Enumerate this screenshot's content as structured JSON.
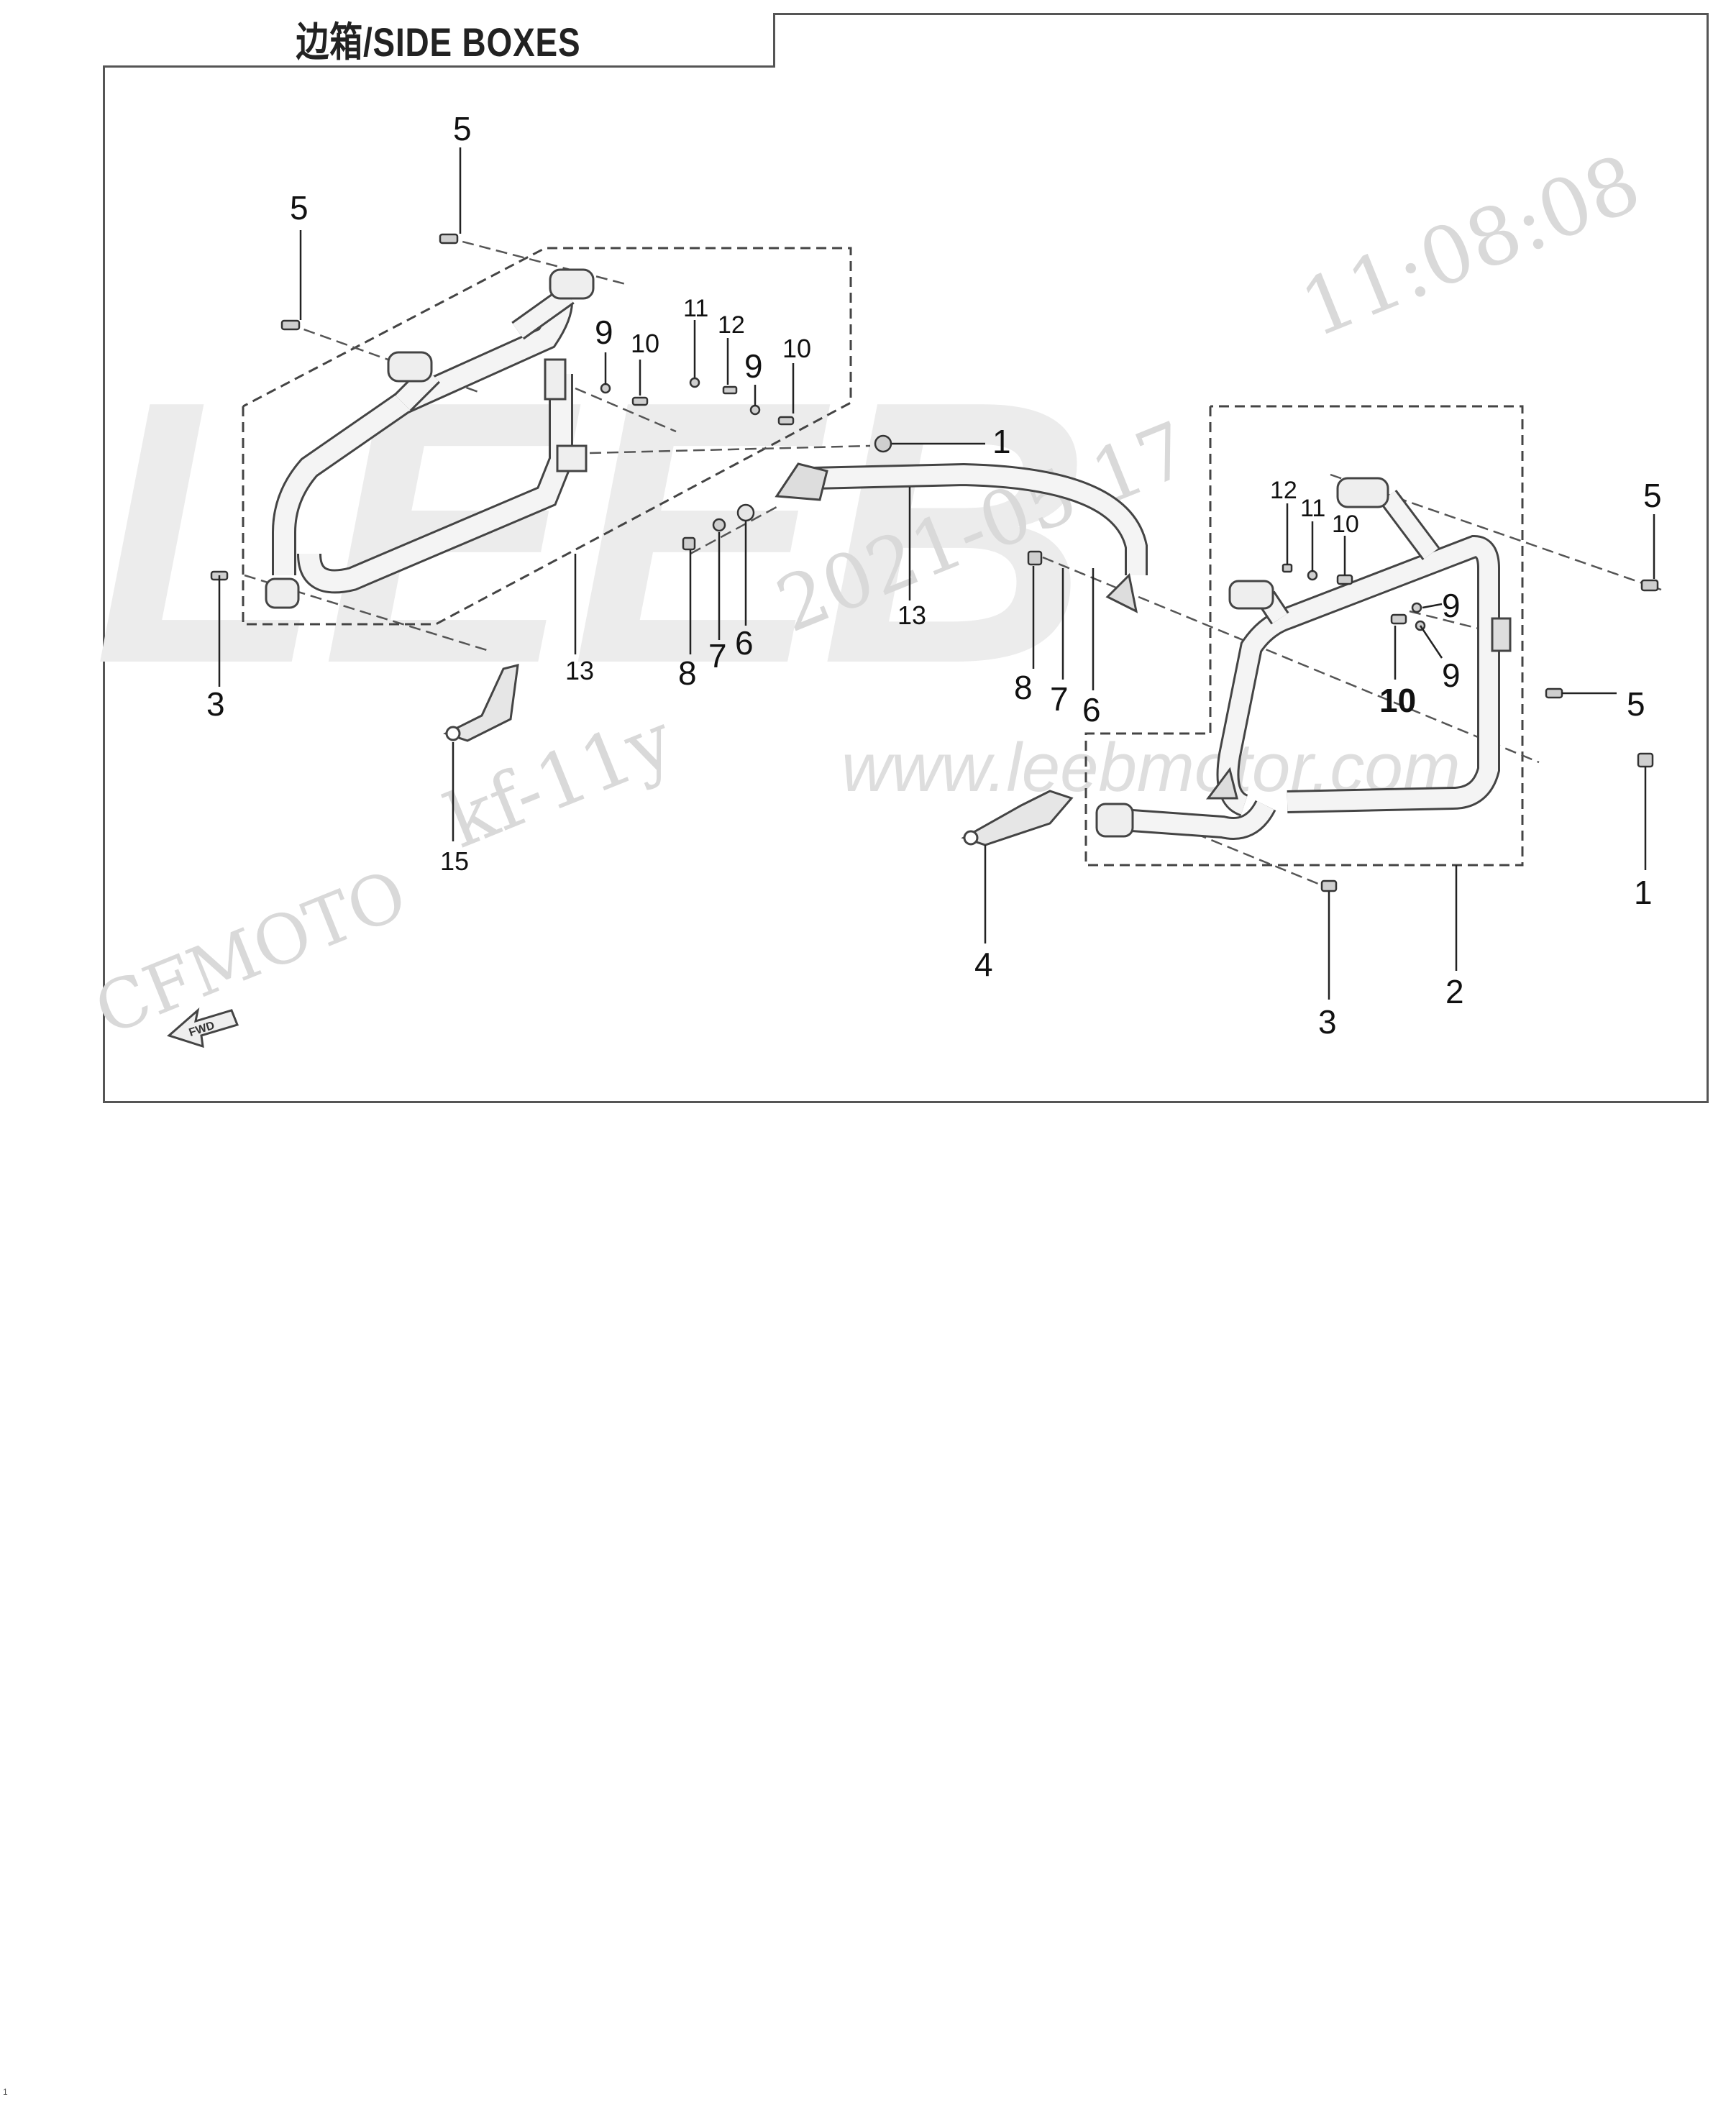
{
  "title": "边箱/SIDE BOXES",
  "watermarks": {
    "brand_large": "LEEB",
    "timestamp": "11:08:08",
    "date": "2021-05-17",
    "code": "kf-11y",
    "maker": "CFMOTO",
    "url": "www.leebmotor.com"
  },
  "fwd_label": "FWD",
  "callouts": [
    {
      "id": "c1",
      "text": "5"
    },
    {
      "id": "c2",
      "text": "5"
    },
    {
      "id": "c3",
      "text": "9"
    },
    {
      "id": "c4",
      "text": "10"
    },
    {
      "id": "c5",
      "text": "11"
    },
    {
      "id": "c6",
      "text": "12"
    },
    {
      "id": "c7",
      "text": "9"
    },
    {
      "id": "c8",
      "text": "10"
    },
    {
      "id": "c9",
      "text": "1"
    },
    {
      "id": "c10",
      "text": "3"
    },
    {
      "id": "c11",
      "text": "13"
    },
    {
      "id": "c12",
      "text": "8"
    },
    {
      "id": "c13",
      "text": "7"
    },
    {
      "id": "c14",
      "text": "6"
    },
    {
      "id": "c15",
      "text": "13"
    },
    {
      "id": "c16",
      "text": "15"
    },
    {
      "id": "c17",
      "text": "12"
    },
    {
      "id": "c18",
      "text": "11"
    },
    {
      "id": "c19",
      "text": "10"
    },
    {
      "id": "c20",
      "text": "5"
    },
    {
      "id": "c21",
      "text": "9"
    },
    {
      "id": "c22",
      "text": "9"
    },
    {
      "id": "c23",
      "text": "10"
    },
    {
      "id": "c24",
      "text": "5"
    },
    {
      "id": "c25",
      "text": "8"
    },
    {
      "id": "c26",
      "text": "7"
    },
    {
      "id": "c27",
      "text": "6"
    },
    {
      "id": "c28",
      "text": "1"
    },
    {
      "id": "c29",
      "text": "4"
    },
    {
      "id": "c30",
      "text": "3"
    },
    {
      "id": "c31",
      "text": "2"
    }
  ],
  "page_number": "1"
}
